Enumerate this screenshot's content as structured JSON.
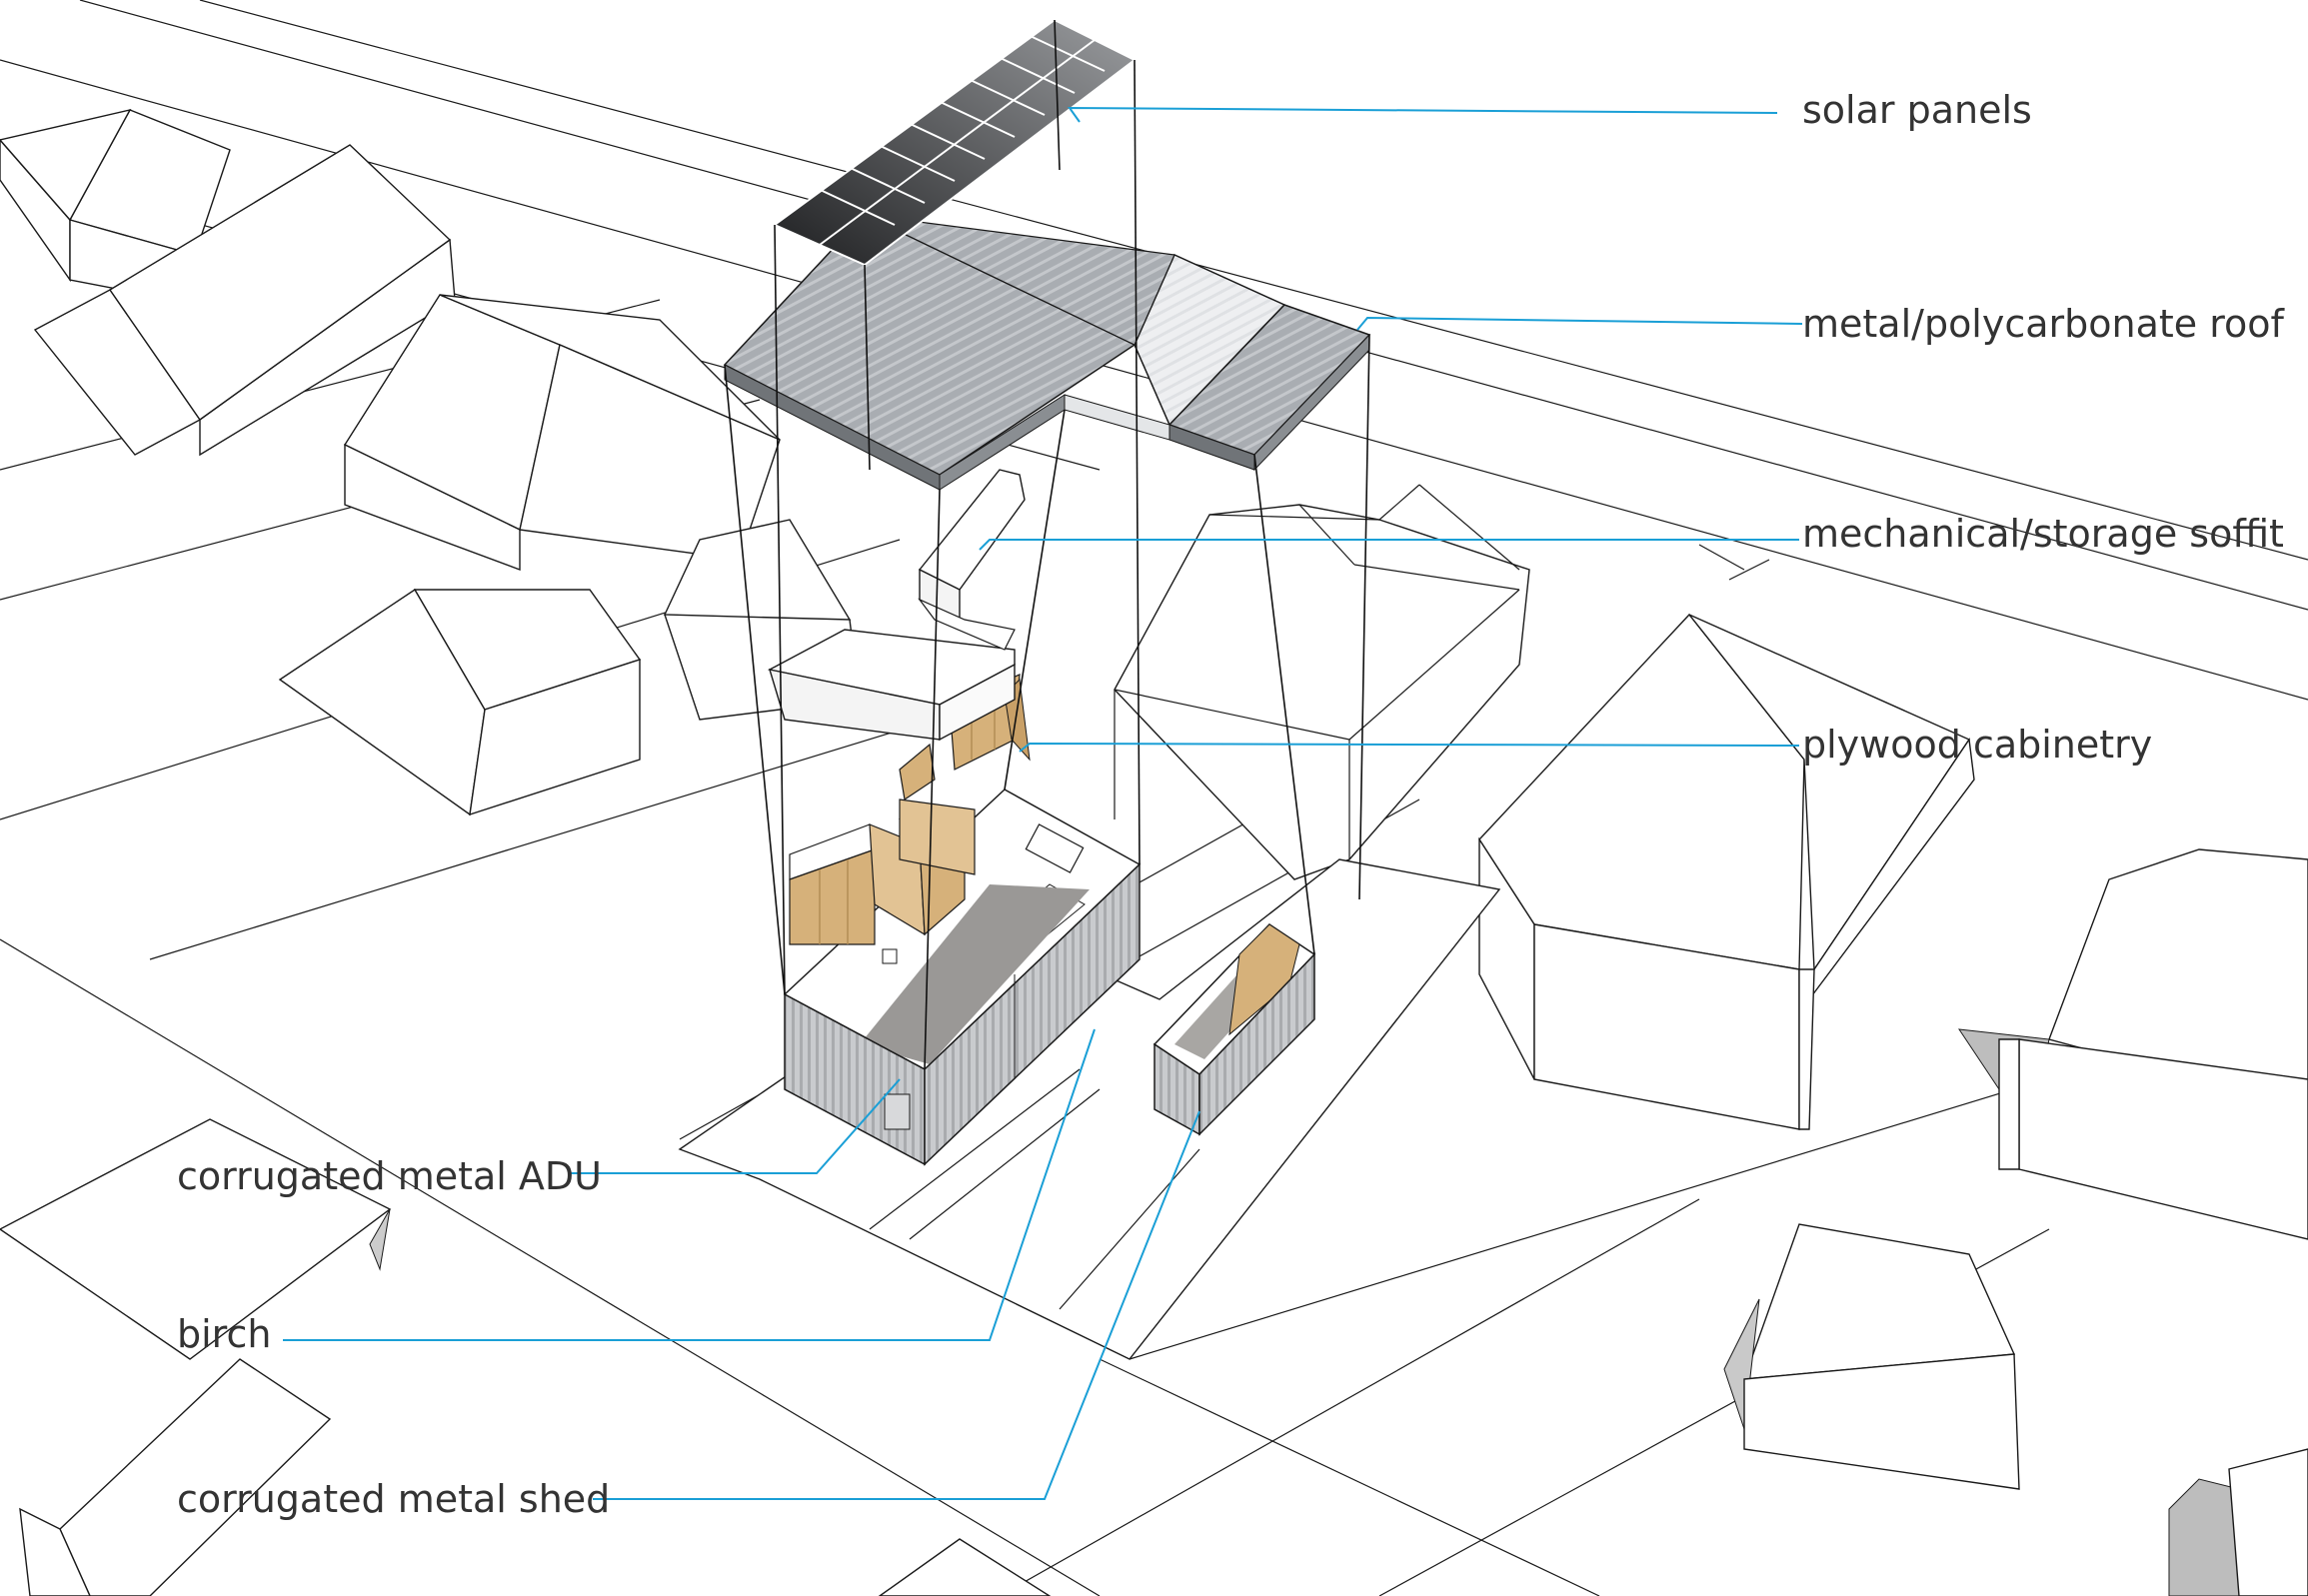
{
  "diagram": {
    "leader_color": "#1a9fd6",
    "labels": {
      "solar_panels": "solar panels",
      "roof": "metal/polycarbonate roof",
      "soffit": "mechanical/storage soffit",
      "cabinetry": "plywood cabinetry",
      "adu": "corrugated metal ADU",
      "birch": "birch",
      "shed": "corrugated metal shed"
    }
  }
}
